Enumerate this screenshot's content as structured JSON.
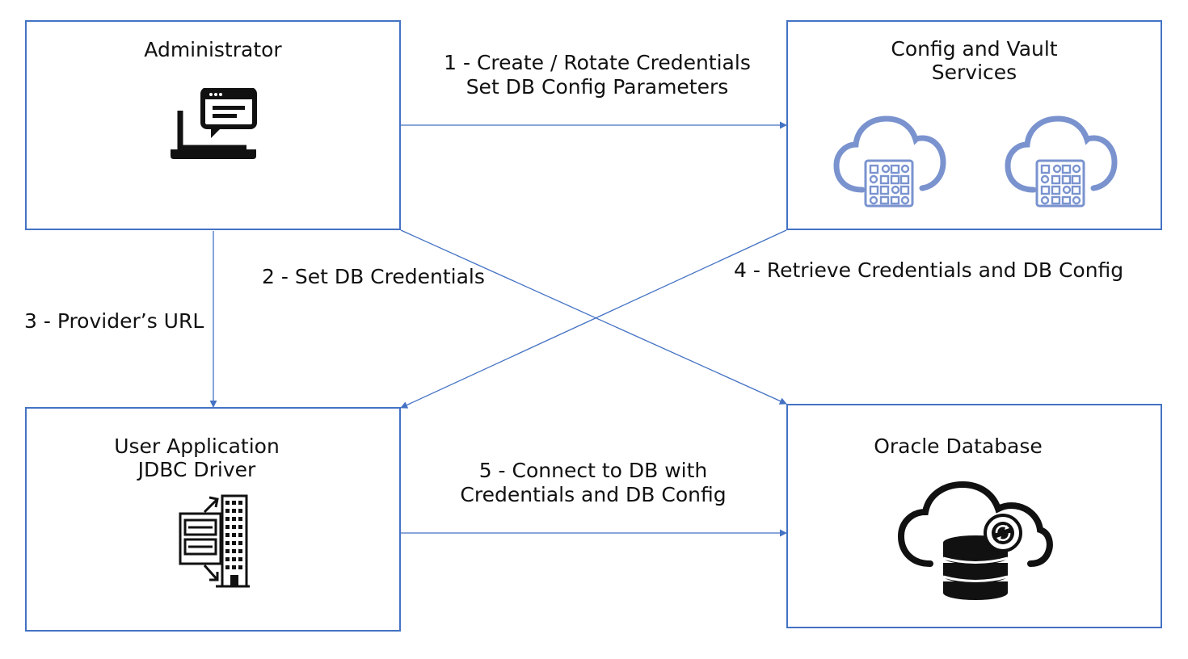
{
  "nodes": {
    "administrator": {
      "title": "Administrator",
      "icon": "laptop-chat-icon"
    },
    "config_vault": {
      "title_line1": "Config and Vault",
      "title_line2": "Services",
      "icons": [
        "cloud-grid-icon",
        "cloud-grid-icon"
      ]
    },
    "user_app": {
      "title_line1": "User Application",
      "title_line2": "JDBC Driver",
      "icon": "server-building-icon"
    },
    "oracle_db": {
      "title": "Oracle Database",
      "icon": "cloud-database-icon"
    }
  },
  "edges": {
    "e1": {
      "line1": "1 - Create / Rotate Credentials",
      "line2": "Set DB Config Parameters",
      "from": "administrator",
      "to": "config_vault"
    },
    "e2": {
      "label": "2 - Set DB Credentials",
      "from": "administrator",
      "to": "oracle_db"
    },
    "e3": {
      "label": "3 - Provider’s URL",
      "from": "administrator",
      "to": "user_app"
    },
    "e4": {
      "label": "4 - Retrieve Credentials and DB Config",
      "from": "config_vault",
      "to": "user_app"
    },
    "e5": {
      "line1": "5 - Connect to DB with",
      "line2": "Credentials and DB Config",
      "from": "user_app",
      "to": "oracle_db"
    }
  },
  "colors": {
    "box_border": "#4472c4",
    "connector": "#4472c4",
    "cloud_icon": "#7a93cf",
    "icon_dark": "#111111"
  }
}
